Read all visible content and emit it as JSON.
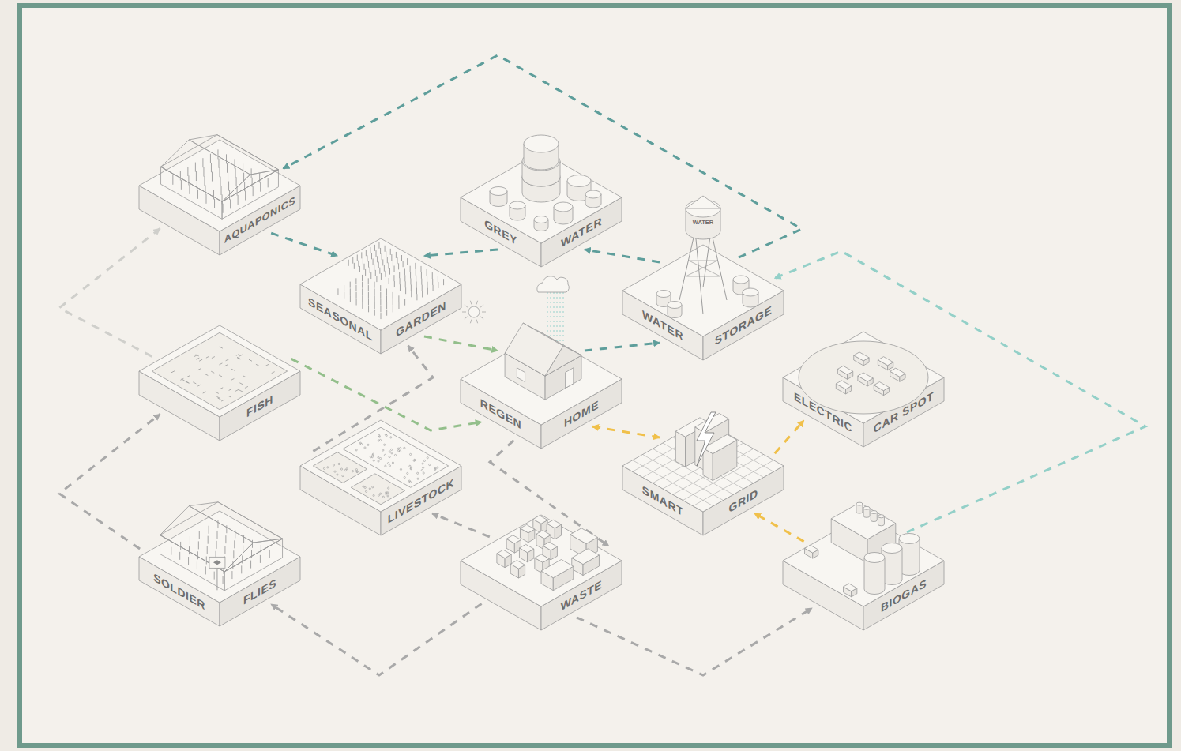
{
  "diagram": {
    "nodes": [
      {
        "text": [
          "AQUAPONICS"
        ]
      },
      {
        "text": [
          "GREY",
          "WATER"
        ]
      },
      {
        "text": [
          "SEASONAL",
          "GARDEN"
        ]
      },
      {
        "text": [
          "WATER",
          "STORAGE"
        ]
      },
      {
        "text": [
          "FISH"
        ]
      },
      {
        "text": [
          "REGEN",
          "HOME"
        ]
      },
      {
        "text": [
          "ELECTRIC",
          "CAR SPOT"
        ]
      },
      {
        "text": [
          "LIVESTOCK"
        ]
      },
      {
        "text": [
          "SMART",
          "GRID"
        ]
      },
      {
        "text": [
          "SOLDIER",
          "FLIES"
        ]
      },
      {
        "text": [
          "WASTE"
        ]
      },
      {
        "text": [
          "BIOGAS"
        ]
      }
    ],
    "edges": [
      {
        "from": 3,
        "to": 0,
        "arrow": "to"
      },
      {
        "from": 0,
        "to": 2,
        "arrow": "to"
      },
      {
        "from": 1,
        "to": 2,
        "arrow": "to"
      },
      {
        "from": 3,
        "to": 1,
        "arrow": "to"
      },
      {
        "from": 2,
        "to": 5,
        "arrow": "to"
      },
      {
        "from": 5,
        "to": 3,
        "arrow": "to"
      },
      {
        "from": 11,
        "to": 3,
        "arrow": "to"
      },
      {
        "from": 4,
        "to": 5,
        "arrow": "to"
      },
      {
        "from": 7,
        "to": 2,
        "arrow": "to"
      },
      {
        "from": 5,
        "to": 10,
        "arrow": "to"
      },
      {
        "from": 5,
        "to": 8,
        "arrow": "both"
      },
      {
        "from": 8,
        "to": 6,
        "arrow": "to"
      },
      {
        "from": 11,
        "to": 8,
        "arrow": "to"
      },
      {
        "from": 10,
        "to": 7,
        "arrow": "to"
      },
      {
        "from": 10,
        "to": 9,
        "arrow": "to"
      },
      {
        "from": 10,
        "to": 11,
        "arrow": "to"
      },
      {
        "from": 9,
        "to": 4,
        "arrow": "to"
      },
      {
        "from": 4,
        "to": 0,
        "arrow": "to"
      }
    ],
    "labels": [
      "WATER"
    ]
  }
}
